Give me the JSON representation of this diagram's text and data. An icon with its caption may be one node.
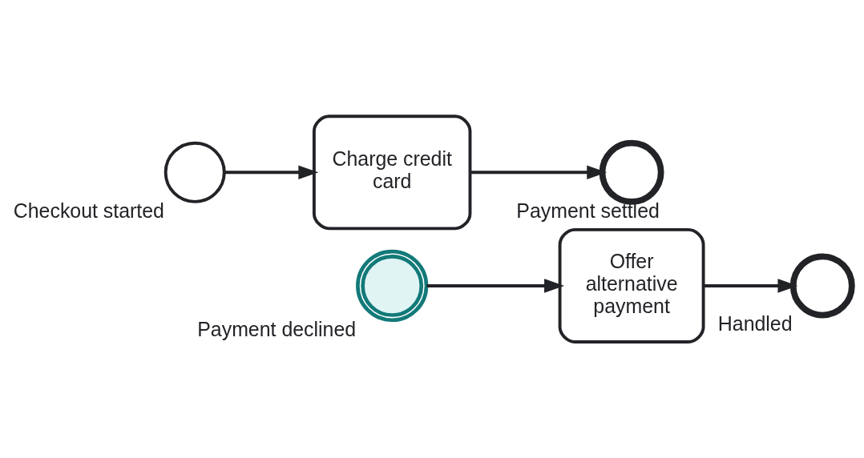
{
  "diagram": {
    "nodes": [
      {
        "text": [],
        "shape": "circle",
        "beside": [
          "Checkout started"
        ]
      },
      {
        "text": [
          "Charge credit card"
        ]
      },
      {
        "text": [],
        "shape": "circle",
        "beside": [
          "Payment settled"
        ]
      },
      {
        "text": [],
        "shape": "circle",
        "beside": [
          "Payment declined"
        ]
      },
      {
        "text": [
          "Offer alternative payment"
        ]
      },
      {
        "text": [],
        "shape": "circle",
        "beside": [
          "Handled"
        ]
      }
    ],
    "edges": [
      {
        "from": 0,
        "to": 1,
        "arrow": "to"
      },
      {
        "from": 1,
        "to": 2,
        "arrow": "to"
      },
      {
        "from": 3,
        "to": 4,
        "arrow": "to"
      },
      {
        "from": 4,
        "to": 5,
        "arrow": "to"
      }
    ]
  }
}
